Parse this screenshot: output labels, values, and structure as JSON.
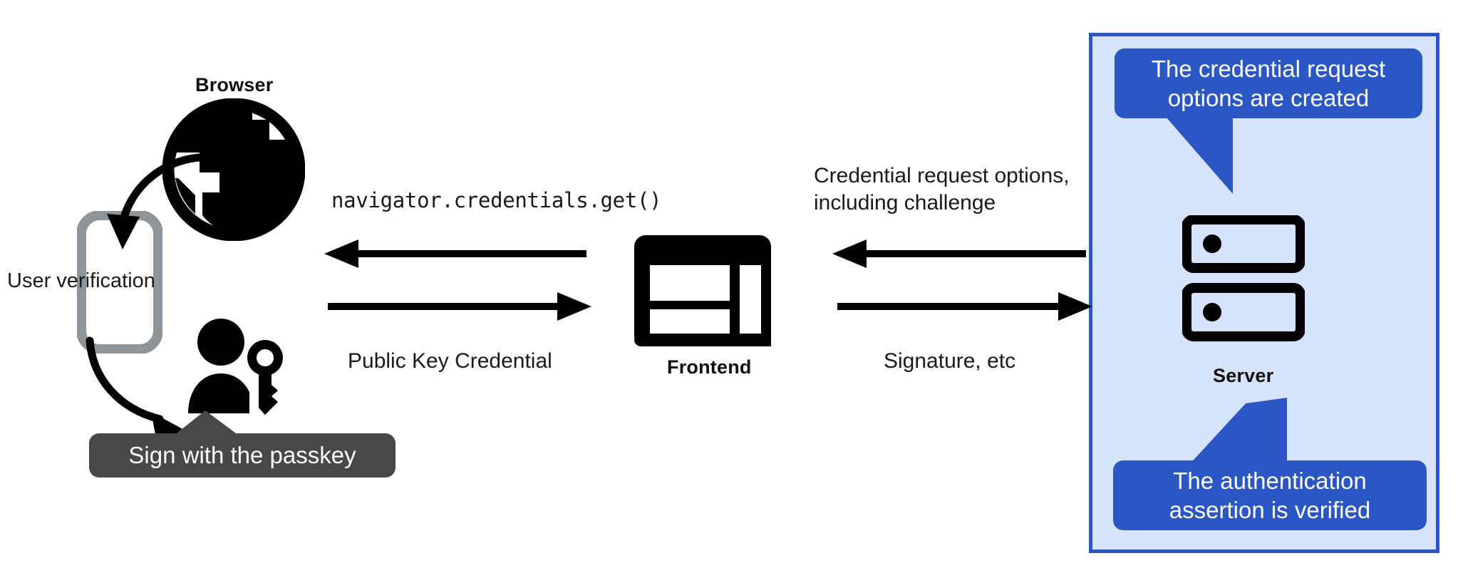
{
  "diagram": {
    "title": "WebAuthn passkey authentication flow",
    "colors": {
      "panel_fill": "#d7e3fb",
      "panel_border": "#2b57c4",
      "callout_blue": "#2b57c4",
      "callout_dark": "#48484a",
      "icon_black": "#000000",
      "phone_gray": "#8f9499",
      "text_black": "#1a1a1a",
      "callout_text": "#ffffff"
    },
    "background": "#ffffff"
  },
  "nodes": {
    "browser": {
      "label": "Browser",
      "icon": "globe-icon"
    },
    "frontend": {
      "label": "Frontend",
      "icon": "frontend-window-icon"
    },
    "server": {
      "label": "Server",
      "icon": "server-racks-icon"
    },
    "user": {
      "icon": "user-with-key-icon"
    },
    "phone": {
      "icon": "phone-icon"
    }
  },
  "annotations": {
    "user_verification": "User verification",
    "sign_with_passkey": "Sign with the passkey",
    "credential_request_options": "Credential request options,\nincludıng challenge",
    "credential_request_options_display": "Credential request options,\nincluding challenge",
    "signature_etc": "Signature, etc",
    "navigator_get": "navigator.credentials.get()",
    "public_key_credential": "Public Key Credential",
    "server_callout_top": "The credential request\noptions are created",
    "server_callout_bottom": "The authentication\nassertion is verified"
  },
  "arrows": [
    {
      "name": "frontend-to-browser",
      "direction": "left",
      "label": "navigator.credentials.get()"
    },
    {
      "name": "browser-to-frontend",
      "direction": "right",
      "label": "Public Key Credential"
    },
    {
      "name": "server-to-frontend",
      "direction": "left",
      "label": "Credential request options, including challenge"
    },
    {
      "name": "frontend-to-server",
      "direction": "right",
      "label": "Signature, etc"
    },
    {
      "name": "browser-to-phone",
      "direction": "curved-down-left",
      "label": "User verification"
    },
    {
      "name": "phone-to-user",
      "direction": "curved-down-right",
      "label": ""
    }
  ]
}
